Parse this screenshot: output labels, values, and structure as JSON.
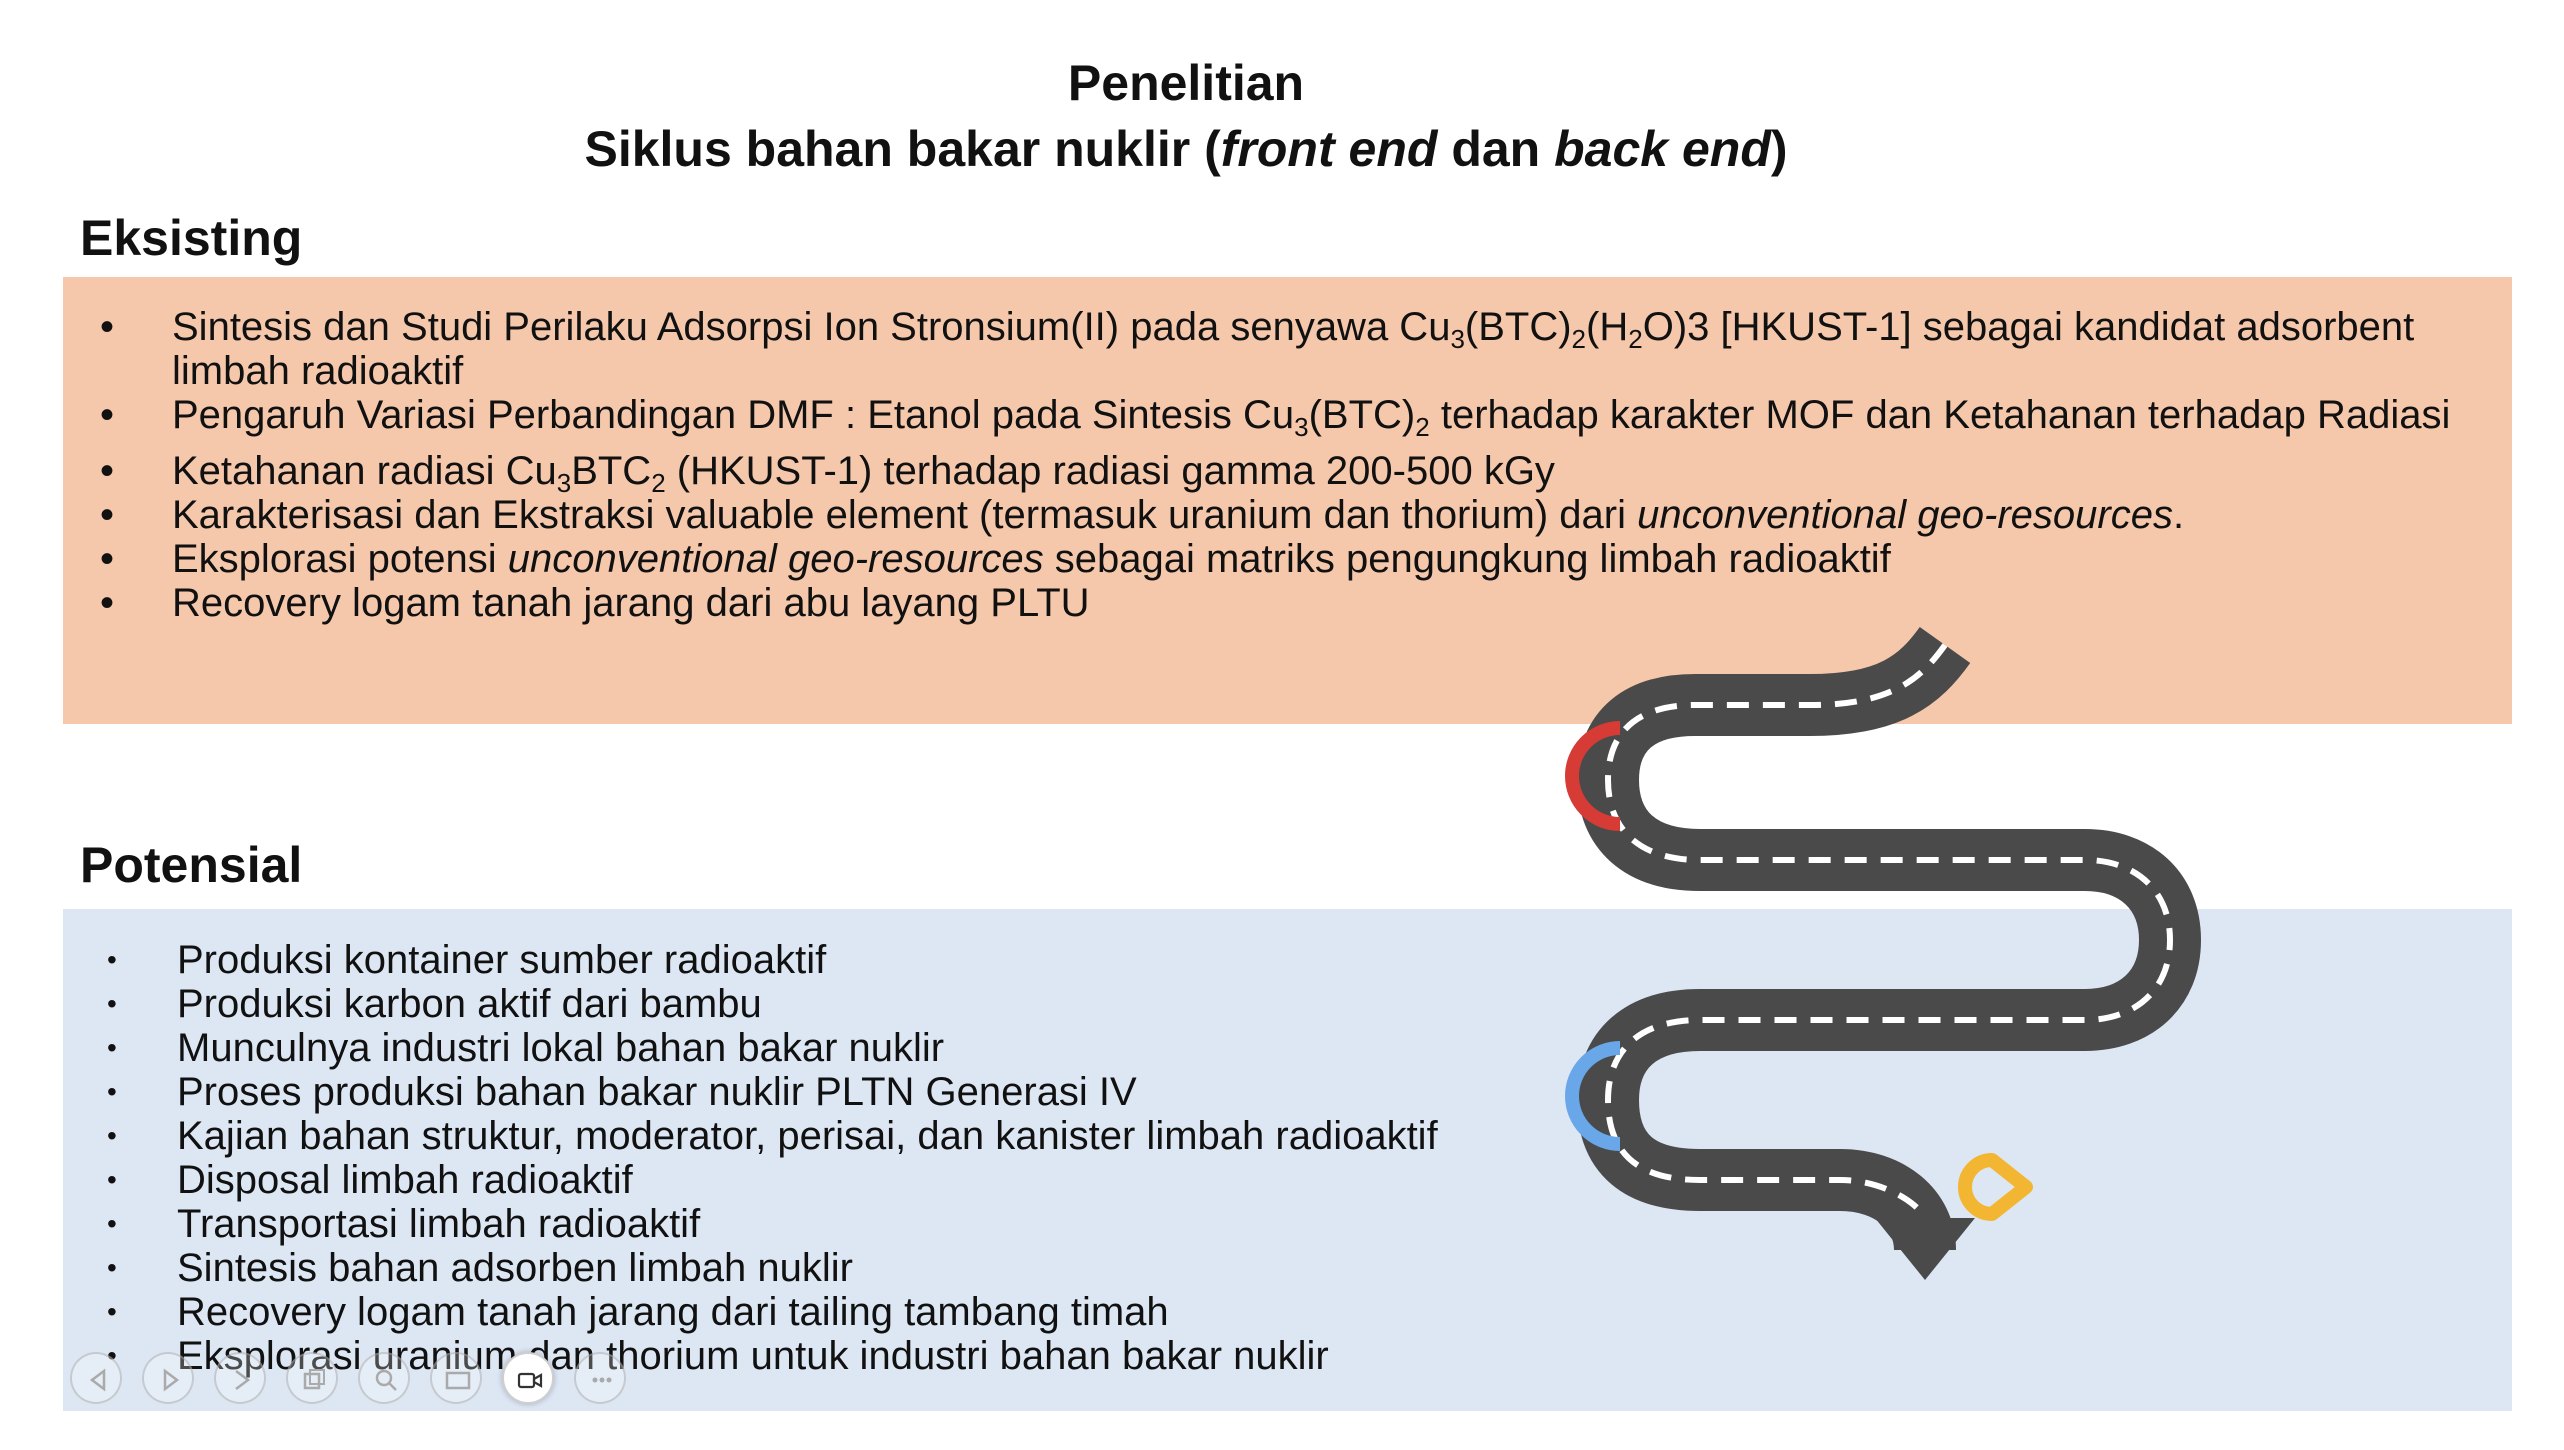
{
  "slide": {
    "title_line1": "Penelitian",
    "title_line2_a": "Siklus bahan bakar nuklir (",
    "title_line2_em1": "front end",
    "title_line2_b": " dan ",
    "title_line2_em2": "back end",
    "title_line2_c": ")"
  },
  "existing": {
    "heading": "Eksisting",
    "bullet": "•",
    "items": [
      {
        "p1": "Sintesis dan Studi Perilaku Adsorpsi Ion Stronsium(II) pada senyawa Cu",
        "s1": "3",
        "p2": "(BTC)",
        "s2": "2",
        "p3": "(H",
        "s3": "2",
        "p4": "O)3 [HKUST-1]  sebagai kandidat adsorbent limbah radioaktif"
      },
      {
        "p1": "Pengaruh Variasi Perbandingan DMF : Etanol pada Sintesis Cu",
        "s1": "3",
        "p2": "(BTC)",
        "s2": "2",
        "p3": " terhadap karakter MOF dan Ketahanan terhadap Radiasi"
      },
      {
        "p1": "Ketahanan radiasi Cu",
        "s1": "3",
        "p2": "BTC",
        "s2": "2",
        "p3": " (HKUST-1) terhadap radiasi gamma 200-500 kGy"
      },
      {
        "p1": "Karakterisasi dan Ekstraksi valuable element (termasuk uranium dan thorium) dari ",
        "em": "unconventional geo-resources",
        "p2": "."
      },
      {
        "p1": "Eksplorasi potensi ",
        "em": "unconventional geo-resources",
        "p2": " sebagai matriks pengungkung limbah radioaktif"
      },
      {
        "p1": "Recovery logam tanah jarang dari abu layang PLTU"
      }
    ]
  },
  "potential": {
    "heading": "Potensial",
    "bullet": "•",
    "items": [
      "Produksi kontainer sumber radioaktif",
      "Produksi karbon aktif dari bambu",
      "Munculnya industri lokal bahan bakar nuklir",
      "Proses produksi bahan bakar nuklir PLTN Generasi IV",
      "Kajian bahan struktur, moderator, perisai, dan kanister limbah radioaktif",
      "Disposal limbah radioaktif",
      "Transportasi limbah radioaktif",
      "Sintesis bahan adsorben limbah nuklir",
      "Recovery logam tanah jarang dari tailing tambang timah",
      "Eksplorasi uranium dan thorium untuk industri bahan bakar nuklir"
    ]
  },
  "road_graphic": {
    "road_color": "#4a4a4a",
    "marker_colors": [
      "#d63c35",
      "#6aa7e8",
      "#f2b632"
    ],
    "icon": "winding-road-icon"
  },
  "slide_controls": {
    "icons": [
      "previous-icon",
      "play-icon",
      "next-icon",
      "copy-icon",
      "zoom-icon",
      "subtitles-icon",
      "camera-icon",
      "more-icon"
    ]
  },
  "colors": {
    "existing_bg": "#f5c8ac",
    "potential_bg": "#dde7f4"
  }
}
